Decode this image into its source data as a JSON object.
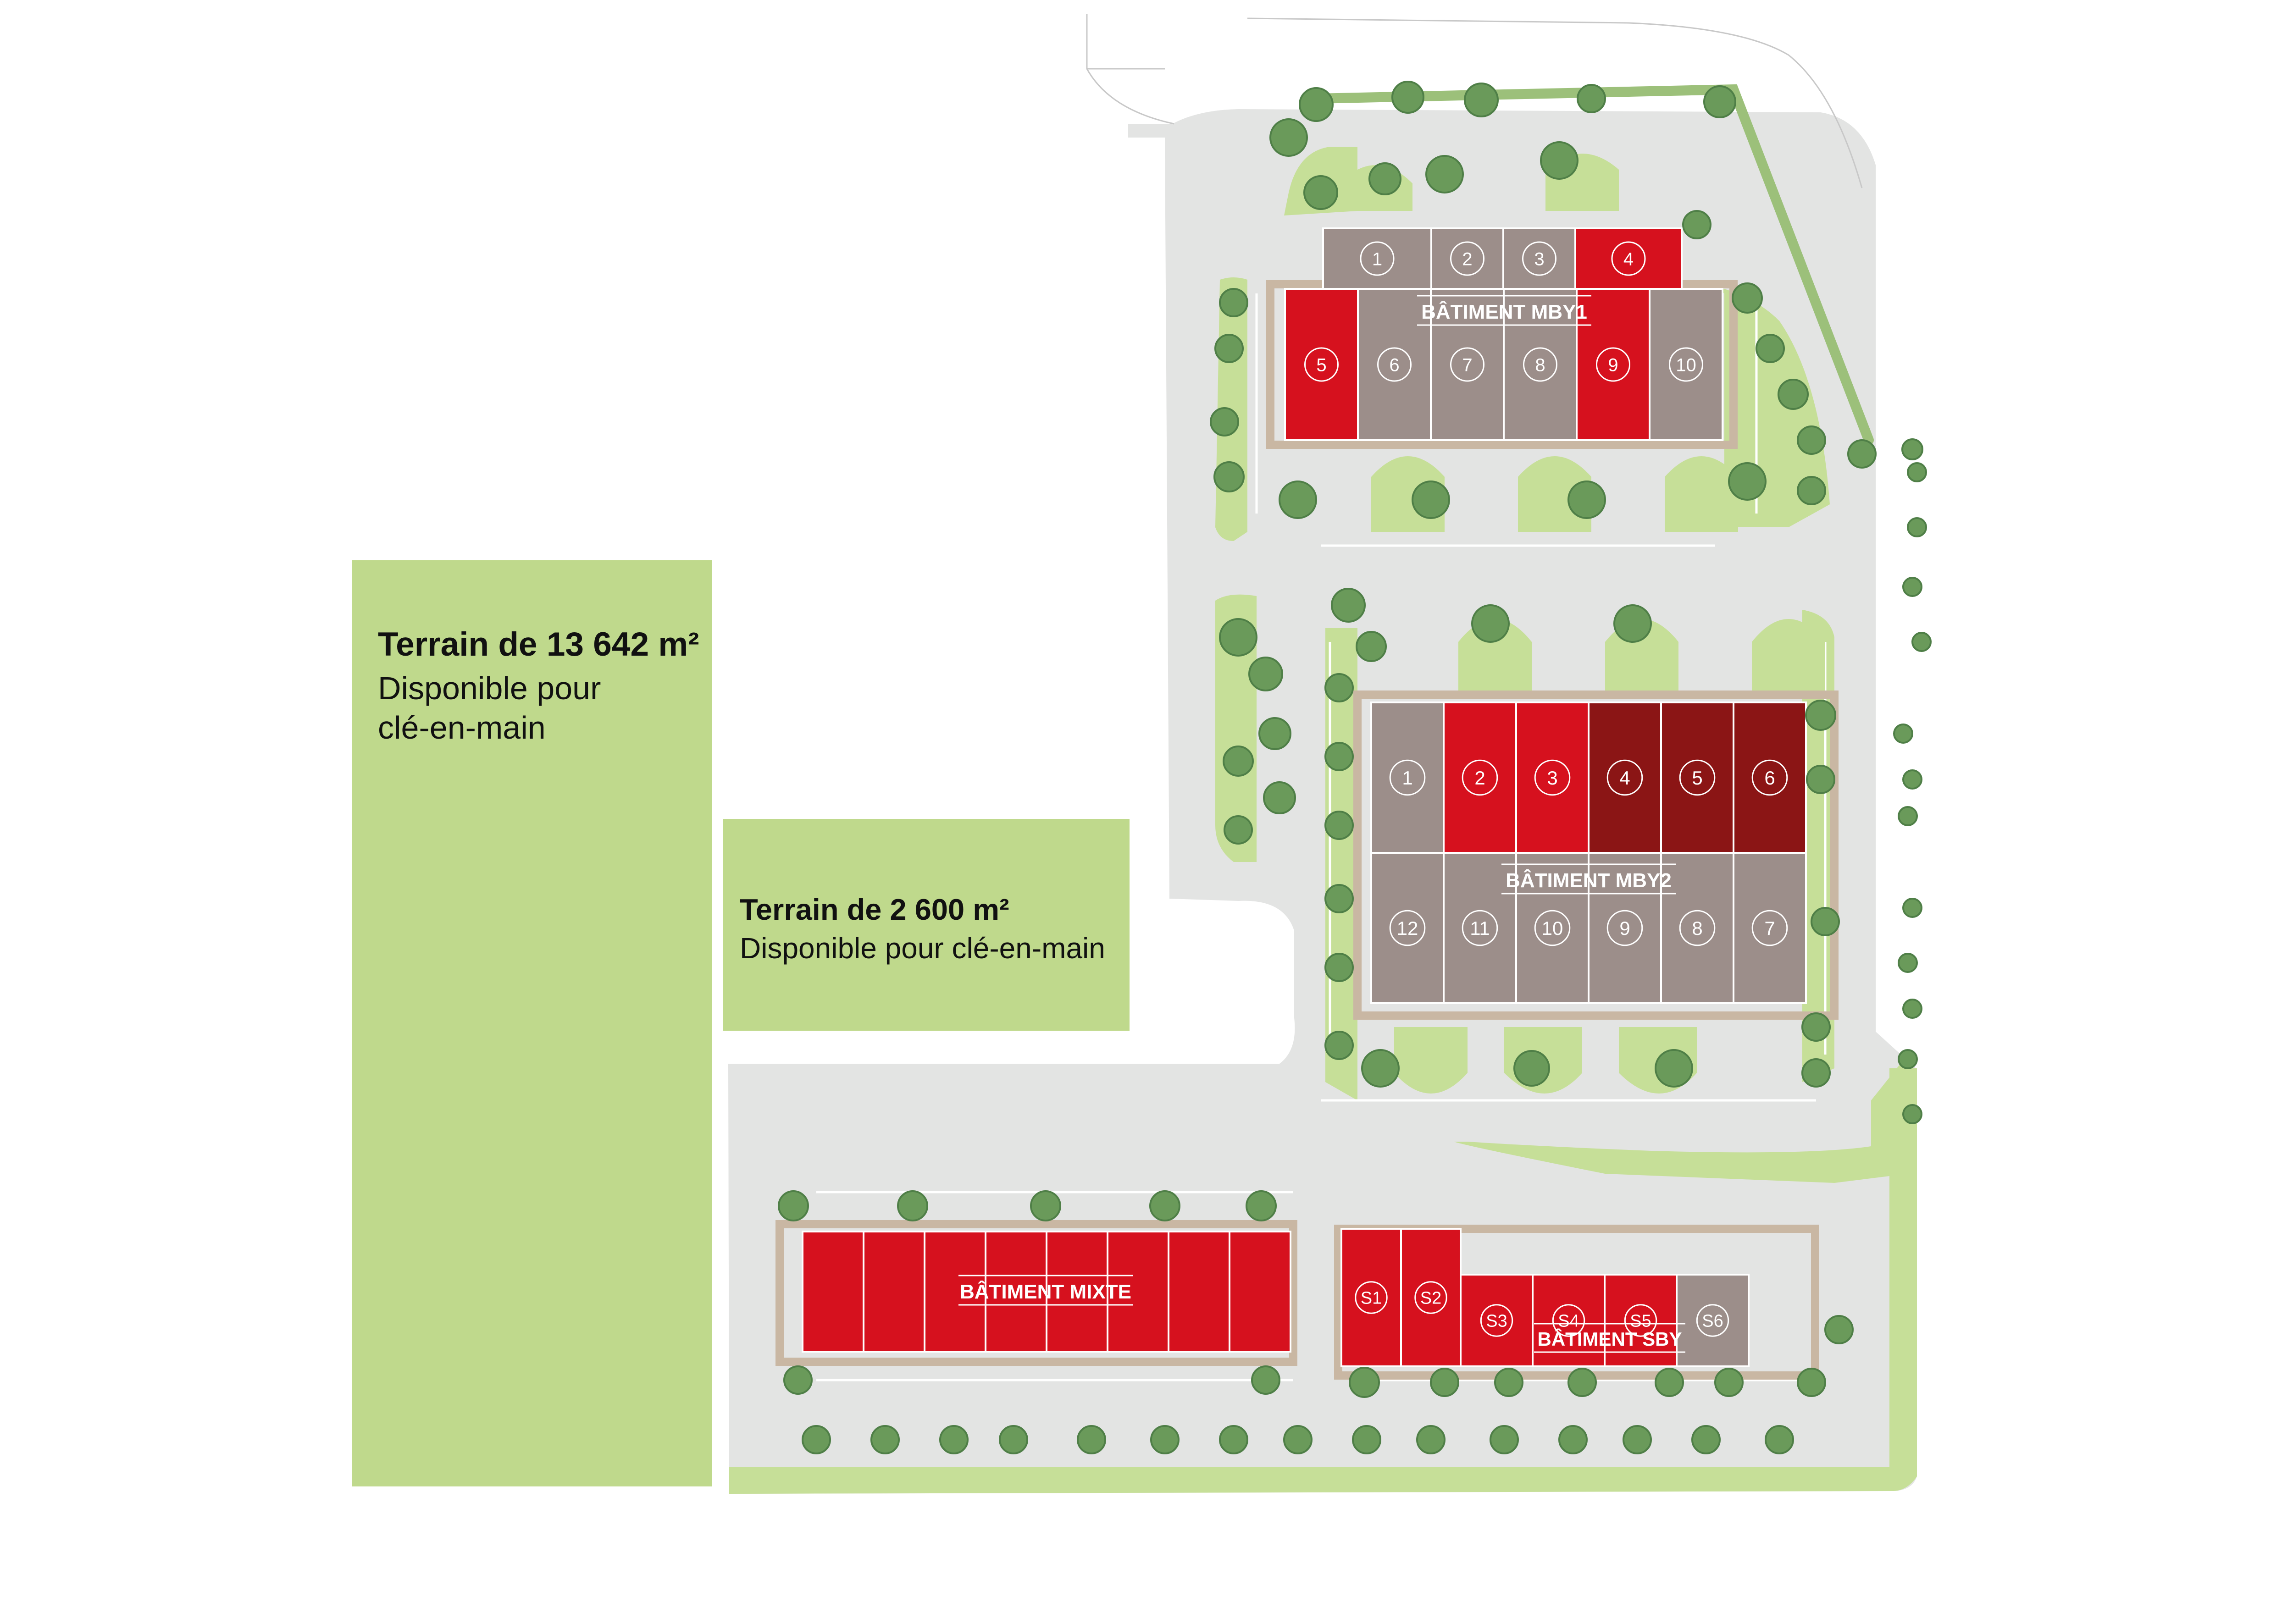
{
  "colors": {
    "available": "#d6111e",
    "reserved": "#8b1515",
    "sold": "#9c8e8a",
    "plot": "#bfd98c",
    "paving": "#e3e4e3",
    "lawn": "#c6df98",
    "tree": "#6a9a5a"
  },
  "plots": {
    "large": {
      "title": "Terrain de 13 642 m²",
      "line1": "Disponible pour",
      "line2": "clé-en-main"
    },
    "small": {
      "title": "Terrain de 2 600 m²",
      "subtitle": "Disponible pour clé-en-main"
    }
  },
  "buildings": {
    "mby1": {
      "name": "BÂTIMENT MBY1",
      "lots": [
        {
          "label": "1",
          "status": "sold"
        },
        {
          "label": "2",
          "status": "sold"
        },
        {
          "label": "3",
          "status": "sold"
        },
        {
          "label": "4",
          "status": "available"
        },
        {
          "label": "5",
          "status": "available"
        },
        {
          "label": "6",
          "status": "sold"
        },
        {
          "label": "7",
          "status": "sold"
        },
        {
          "label": "8",
          "status": "sold"
        },
        {
          "label": "9",
          "status": "available"
        },
        {
          "label": "10",
          "status": "sold"
        }
      ]
    },
    "mby2": {
      "name": "BÂTIMENT MBY2",
      "lots": [
        {
          "label": "1",
          "status": "sold"
        },
        {
          "label": "2",
          "status": "available"
        },
        {
          "label": "3",
          "status": "available"
        },
        {
          "label": "4",
          "status": "reserved"
        },
        {
          "label": "5",
          "status": "reserved"
        },
        {
          "label": "6",
          "status": "reserved"
        },
        {
          "label": "12",
          "status": "sold"
        },
        {
          "label": "11",
          "status": "sold"
        },
        {
          "label": "10",
          "status": "sold"
        },
        {
          "label": "9",
          "status": "sold"
        },
        {
          "label": "8",
          "status": "sold"
        },
        {
          "label": "7",
          "status": "sold"
        }
      ]
    },
    "mixte": {
      "name": "BÂTIMENT MIXTE",
      "units": 8,
      "status": "available"
    },
    "sby": {
      "name": "BÂTIMENT SBY",
      "lots": [
        {
          "label": "S1",
          "status": "available"
        },
        {
          "label": "S2",
          "status": "available"
        },
        {
          "label": "S3",
          "status": "available"
        },
        {
          "label": "S4",
          "status": "available"
        },
        {
          "label": "S5",
          "status": "available"
        },
        {
          "label": "S6",
          "status": "sold"
        }
      ]
    }
  }
}
